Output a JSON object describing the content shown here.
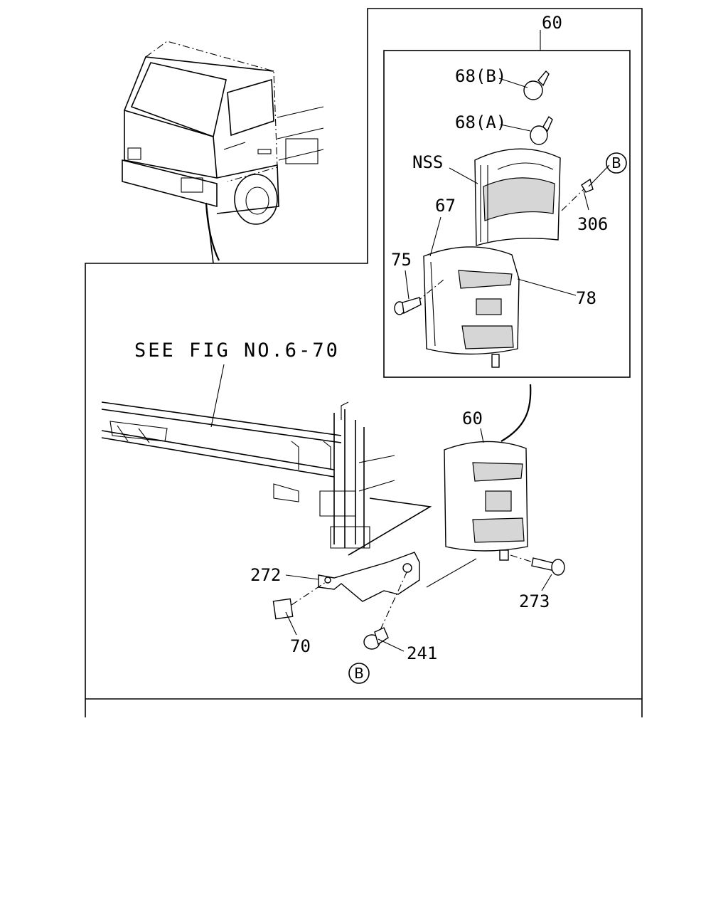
{
  "figure": {
    "reference_note": "SEE FIG NO.6-70",
    "callouts": {
      "assembly_top": "60",
      "bulb_b": "68(B)",
      "bulb_a": "68(A)",
      "side": "NSS",
      "gasket": "67",
      "screw": "75",
      "lens": "78",
      "bolt_small": "306",
      "assembly_lower": "60",
      "bracket": "272",
      "bolt": "273",
      "clip": "70",
      "grommet": "241"
    },
    "connector_marks": {
      "upper": "B",
      "lower": "B"
    }
  }
}
